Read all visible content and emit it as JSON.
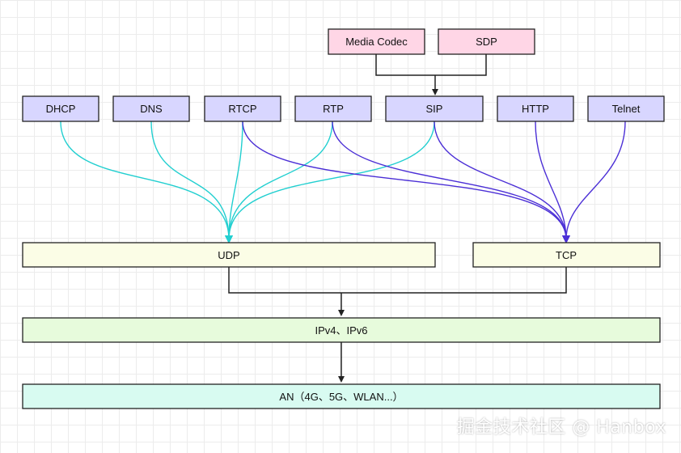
{
  "colors": {
    "top_box_fill": "#ffd6e6",
    "protocol_box_fill": "#d8d6ff",
    "transport_box_fill": "#fbfde6",
    "ip_box_fill": "#e7fbdc",
    "an_box_fill": "#d8fbf1",
    "box_stroke": "#222222",
    "udp_curve": "#22cfd0",
    "tcp_curve": "#4b2fd6",
    "connector": "#222222"
  },
  "top": {
    "media_codec": "Media Codec",
    "sdp": "SDP"
  },
  "protocols": {
    "dhcp": "DHCP",
    "dns": "DNS",
    "rtcp": "RTCP",
    "rtp": "RTP",
    "sip": "SIP",
    "http": "HTTP",
    "telnet": "Telnet"
  },
  "transport": {
    "udp": "UDP",
    "tcp": "TCP"
  },
  "network": {
    "ip": "IPv4、IPv6"
  },
  "access": {
    "an": "AN（4G、5G、WLAN...）"
  },
  "watermark": "掘金技术社区 @ Hanbox"
}
